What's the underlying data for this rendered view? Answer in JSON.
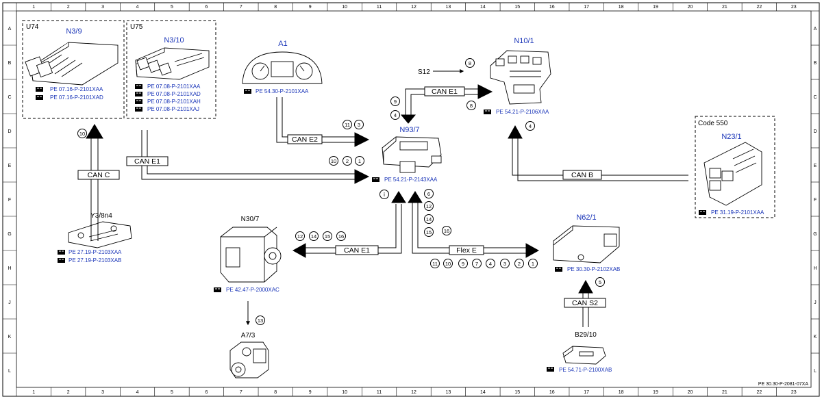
{
  "grid": {
    "columns": [
      "1",
      "2",
      "3",
      "4",
      "5",
      "6",
      "7",
      "8",
      "9",
      "10",
      "11",
      "12",
      "13",
      "14",
      "15",
      "16",
      "17",
      "18",
      "19",
      "20",
      "21",
      "22",
      "23"
    ],
    "rows": [
      "A",
      "B",
      "C",
      "D",
      "E",
      "F",
      "G",
      "H",
      "J",
      "K",
      "L"
    ]
  },
  "groups": {
    "u74": "U74",
    "u75": "U75",
    "code550": "Code 550"
  },
  "components": {
    "n3_9": {
      "name": "N3/9",
      "refs": [
        "PE 07.16-P-2101XAA",
        "PE 07.16-P-2101XAD"
      ]
    },
    "n3_10": {
      "name": "N3/10",
      "refs": [
        "PE 07.08-P-2101XAA",
        "PE 07.08-P-2101XAD",
        "PE 07.08-P-2101XAH",
        "PE 07.08-P-2101XAJ"
      ]
    },
    "a1": {
      "name": "A1",
      "refs": [
        "PE 54.30-P-2101XAA"
      ]
    },
    "n10_1": {
      "name": "N10/1",
      "refs": [
        "PE 54.21-P-2106XAA"
      ]
    },
    "n93_7": {
      "name": "N93/7",
      "refs": [
        "PE 54.21-P-2143XAA"
      ]
    },
    "n23_1": {
      "name": "N23/1",
      "refs": [
        "PE 31.19-P-2101XAA"
      ]
    },
    "y3_8n4": {
      "name": "Y3/8n4",
      "refs": [
        "PE 27.19-P-2103XAA",
        "PE 27.19-P-2103XAB"
      ]
    },
    "n30_7": {
      "name": "N30/7",
      "refs": [
        "PE 42.47-P-2000XAC"
      ]
    },
    "n62_1": {
      "name": "N62/1",
      "refs": [
        "PE 30.30-P-2102XAB"
      ]
    },
    "a7_3": {
      "name": "A7/3",
      "refs": []
    },
    "b29_10": {
      "name": "B29/10",
      "refs": [
        "PE 54.71-P-2100XAB"
      ]
    },
    "s12": {
      "name": "S12"
    }
  },
  "buses": {
    "can_c": "CAN C",
    "can_e1_left": "CAN E1",
    "can_e2": "CAN E2",
    "can_e1_top": "CAN E1",
    "can_e1_bottom": "CAN E1",
    "flex_e": "Flex E",
    "can_b": "CAN B",
    "can_s2": "CAN S2"
  },
  "markers": {
    "m10_left": "10",
    "m11_top": "11",
    "m3_top": "3",
    "m10_mid": "10",
    "m2_mid": "2",
    "m1_mid": "1",
    "m8_a": "8",
    "m8_b": "8",
    "m9": "9",
    "m4_a": "4",
    "m4_b": "4",
    "m_i": "i",
    "m6": "6",
    "m12_r": "12",
    "m14_r": "14",
    "m15_r": "15",
    "m16_r": "16",
    "m12_l": "12",
    "m14_l": "14",
    "m15_l": "15",
    "m16_l": "16",
    "f11": "11",
    "f10": "10",
    "f9": "9",
    "f7": "7",
    "f4": "4",
    "f3": "3",
    "f2": "2",
    "f1": "1",
    "m13": "13",
    "m5": "5"
  },
  "footer_code": "PE 30.30-P-2081-07XA"
}
